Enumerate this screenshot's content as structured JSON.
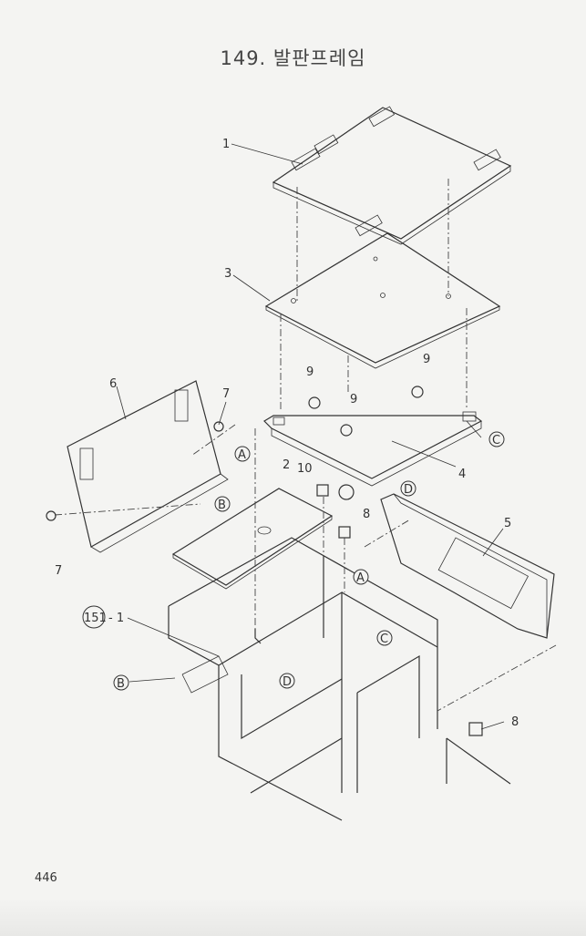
{
  "title": "149. 발판프레임",
  "page_number": "446",
  "callouts": {
    "part1": "1",
    "part3": "3",
    "part6": "6",
    "part7_top": "7",
    "part7_bottom": "7",
    "part9_a": "9",
    "part9_b": "9",
    "part9_c": "9",
    "part2": "2",
    "part10": "10",
    "part8_top": "8",
    "part8_bottom": "8",
    "part4": "4",
    "part5": "5",
    "ref151": "151",
    "ref151_suffix": "- 1",
    "A": "A",
    "B": "B",
    "C": "C",
    "D": "D"
  }
}
